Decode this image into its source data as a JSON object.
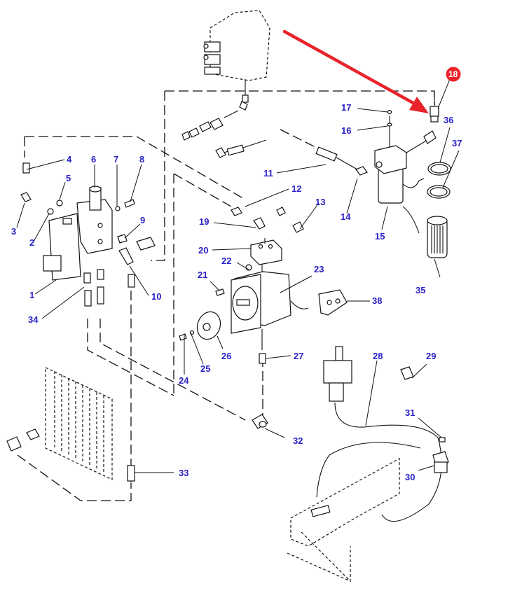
{
  "diagram": {
    "title": "Hydraulic circuit exploded parts diagram",
    "highlighted_part": "18",
    "highlight_color": "#e8242a",
    "callout_color": "#2a22c8",
    "arrow_color": "#e8242a",
    "callouts": {
      "c1": "1",
      "c2": "2",
      "c3": "3",
      "c4": "4",
      "c5": "5",
      "c6": "6",
      "c7": "7",
      "c8": "8",
      "c9": "9",
      "c10": "10",
      "c11": "11",
      "c12": "12",
      "c13": "13",
      "c14": "14",
      "c15": "15",
      "c16": "16",
      "c17": "17",
      "c18": "18",
      "c19": "19",
      "c20": "20",
      "c21": "21",
      "c22": "22",
      "c23": "23",
      "c24": "24",
      "c25": "25",
      "c26": "26",
      "c27": "27",
      "c28": "28",
      "c29": "29",
      "c30": "30",
      "c31": "31",
      "c32": "32",
      "c33": "33",
      "c34": "34",
      "c35": "35",
      "c36": "36",
      "c37": "37",
      "c38": "38"
    }
  }
}
